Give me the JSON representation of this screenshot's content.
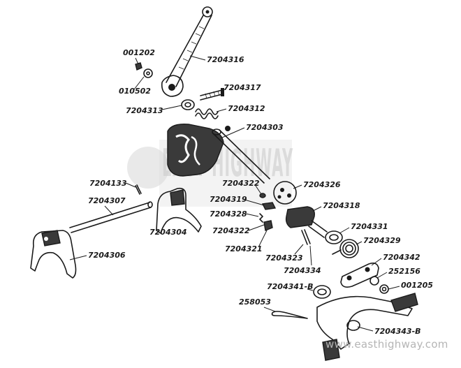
{
  "watermark": {
    "logo_text": "EAST HIGHWAY"
  },
  "website": "www.easthighway.com",
  "labels": {
    "p001202": "001202",
    "p7204316": "7204316",
    "p010502": "010502",
    "p7204317": "7204317",
    "p7204313": "7204313",
    "p7204312": "7204312",
    "p7204303": "7204303",
    "p7204133": "7204133",
    "p7204322a": "7204322",
    "p7204326": "7204326",
    "p7204319": "7204319",
    "p7204307": "7204307",
    "p7204318": "7204318",
    "p7204328": "7204328",
    "p7204304": "7204304",
    "p7204322b": "7204322",
    "p7204331": "7204331",
    "p7204329": "7204329",
    "p7204321": "7204321",
    "p7204323": "7204323",
    "p7204306": "7204306",
    "p7204342": "7204342",
    "p7204334": "7204334",
    "p252156": "252156",
    "p7204341B": "7204341-B",
    "p001205": "001205",
    "p258053": "258053",
    "p7204343B": "7204343-B"
  }
}
